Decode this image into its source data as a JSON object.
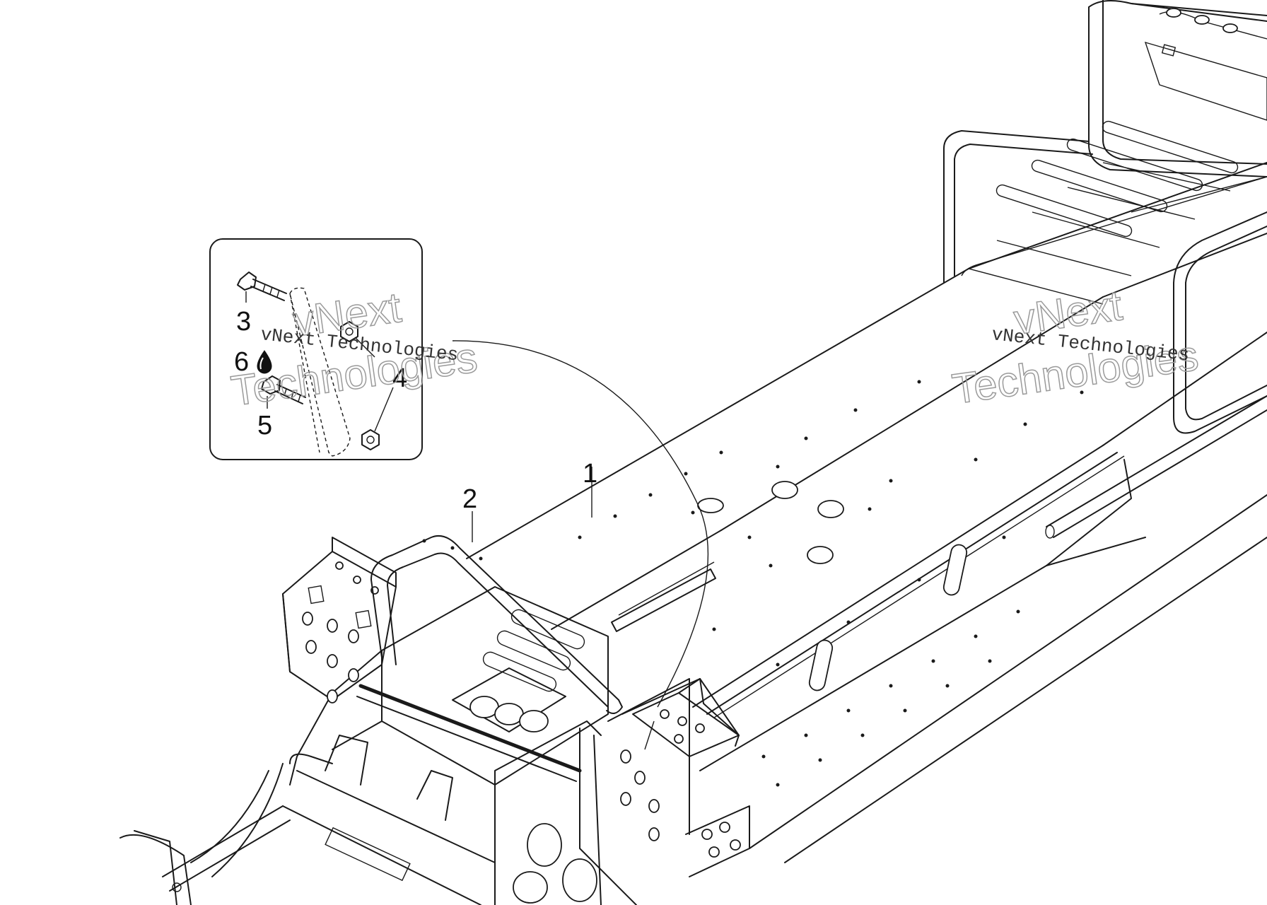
{
  "callouts": {
    "c1": "1",
    "c2": "2",
    "c3": "3",
    "c4": "4",
    "c5": "5",
    "c6": "6"
  },
  "watermark": {
    "serif_text": "vNext Technologies",
    "outline_line1": "vNext",
    "outline_line2": "Technologies"
  },
  "icons": {
    "adhesive": "drop-icon"
  }
}
